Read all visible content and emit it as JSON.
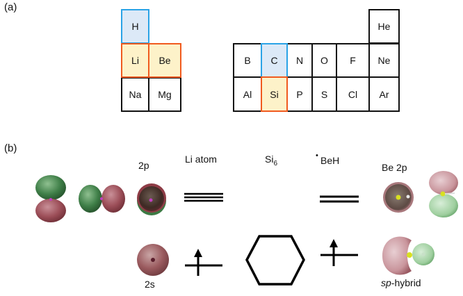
{
  "panel_a": {
    "label": "(a)",
    "colors": {
      "blue_border": "#2aa3e6",
      "blue_fill": "#dce9f7",
      "orange_border": "#f05a1e",
      "orange_fill": "#fdf2c9",
      "black_border": "#111111"
    },
    "left_block": [
      {
        "symbol": "H",
        "highlight": "blue"
      },
      {
        "symbol": "Li",
        "highlight": "orange"
      },
      {
        "symbol": "Be",
        "highlight": "orange"
      },
      {
        "symbol": "Na",
        "highlight": "none"
      },
      {
        "symbol": "Mg",
        "highlight": "none"
      }
    ],
    "right_block": [
      {
        "symbol": "He",
        "highlight": "none"
      },
      {
        "symbol": "B",
        "highlight": "none"
      },
      {
        "symbol": "C",
        "highlight": "blue"
      },
      {
        "symbol": "N",
        "highlight": "none"
      },
      {
        "symbol": "O",
        "highlight": "none"
      },
      {
        "symbol": "F",
        "highlight": "none"
      },
      {
        "symbol": "Ne",
        "highlight": "none"
      },
      {
        "symbol": "Al",
        "highlight": "none"
      },
      {
        "symbol": "Si",
        "highlight": "orange"
      },
      {
        "symbol": "P",
        "highlight": "none"
      },
      {
        "symbol": "S",
        "highlight": "none"
      },
      {
        "symbol": "Cl",
        "highlight": "none"
      },
      {
        "symbol": "Ar",
        "highlight": "none"
      }
    ]
  },
  "panel_b": {
    "label": "(b)",
    "li_2p_label": "2p",
    "li_2s_label": "2s",
    "li_atom_label": "Li atom",
    "si6_label_base": "Si",
    "si6_label_sub": "6",
    "beh_radical_dot": "•",
    "beh_label": "BeH",
    "be_2p_label": "Be 2p",
    "sp_hybrid_italic": "sp",
    "sp_hybrid_rest": "-hybrid",
    "levels": {
      "li_degenerate_lines": 3,
      "beh_degenerate_lines": 2,
      "li_singly_occupied": "up-arrow",
      "beh_singly_occupied": "up-arrow"
    },
    "orbital_colors": {
      "positive_lobe": "#a85a64",
      "negative_lobe": "#4f8f55",
      "nucleus_li": "#c040c0",
      "nucleus_be": "#d8e020"
    }
  }
}
